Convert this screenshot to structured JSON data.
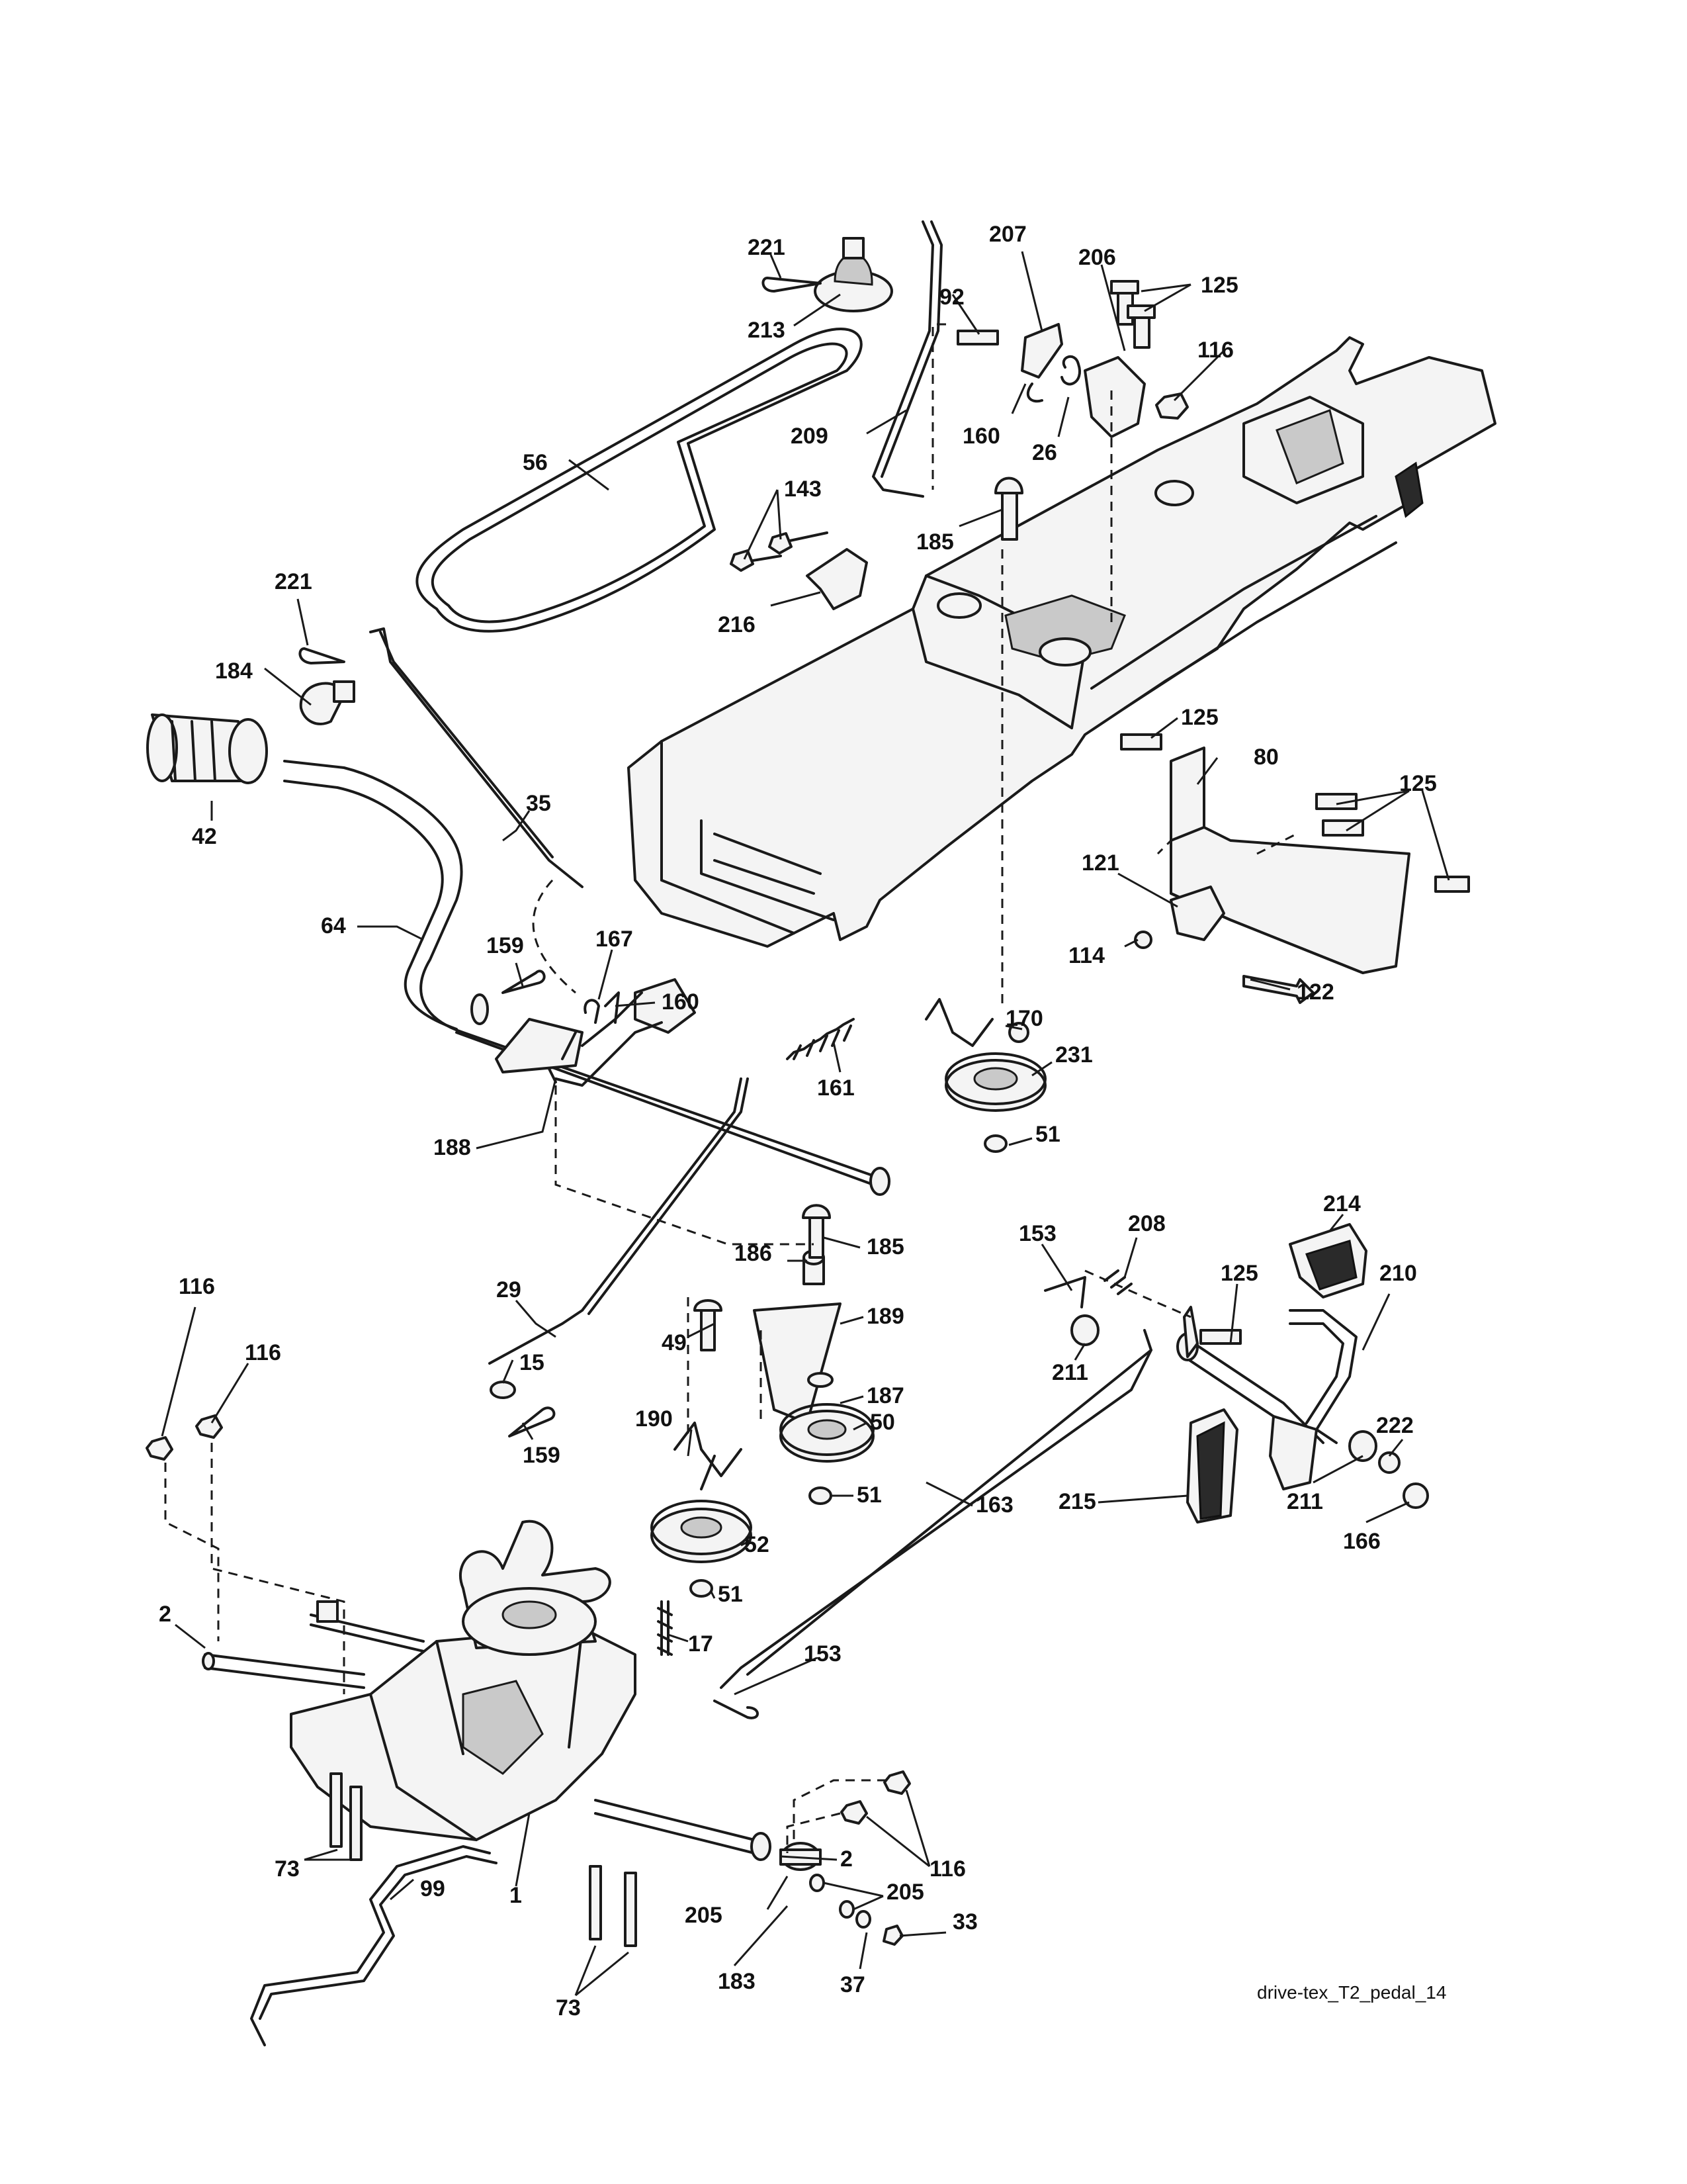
{
  "diagram": {
    "caption": "drive-tex_T2_pedal_14",
    "callouts": {
      "c221a": "221",
      "c213": "213",
      "c207": "207",
      "c206": "206",
      "c125a": "125",
      "c92": "92",
      "c116a": "116",
      "c56": "56",
      "c209": "209",
      "c160a": "160",
      "c26": "26",
      "c143": "143",
      "c185a": "185",
      "c216": "216",
      "c221b": "221",
      "c184": "184",
      "c42": "42",
      "c35": "35",
      "c125b": "125",
      "c80": "80",
      "c125c": "125",
      "c64": "64",
      "c121": "121",
      "c114": "114",
      "c122": "122",
      "c159a": "159",
      "c167": "167",
      "c160b": "160",
      "c170": "170",
      "c231": "231",
      "c161": "161",
      "c51a": "51",
      "c188": "188",
      "c214": "214",
      "c153a": "153",
      "c208": "208",
      "c185b": "185",
      "c186": "186",
      "c125d": "125",
      "c210": "210",
      "c116b": "116",
      "c29": "29",
      "c189": "189",
      "c49": "49",
      "c211a": "211",
      "c116c": "116",
      "c15": "15",
      "c187": "187",
      "c159b": "159",
      "c190": "190",
      "c50": "50",
      "c222": "222",
      "c51b": "51",
      "c163": "163",
      "c215": "215",
      "c211b": "211",
      "c52": "52",
      "c166": "166",
      "c51c": "51",
      "c2a": "2",
      "c17": "17",
      "c153b": "153",
      "c116d": "116",
      "c2b": "2",
      "c205a": "205",
      "c73a": "73",
      "c99": "99",
      "c1": "1",
      "c205b": "205",
      "c33": "33",
      "c183": "183",
      "c37": "37",
      "c73b": "73"
    }
  }
}
